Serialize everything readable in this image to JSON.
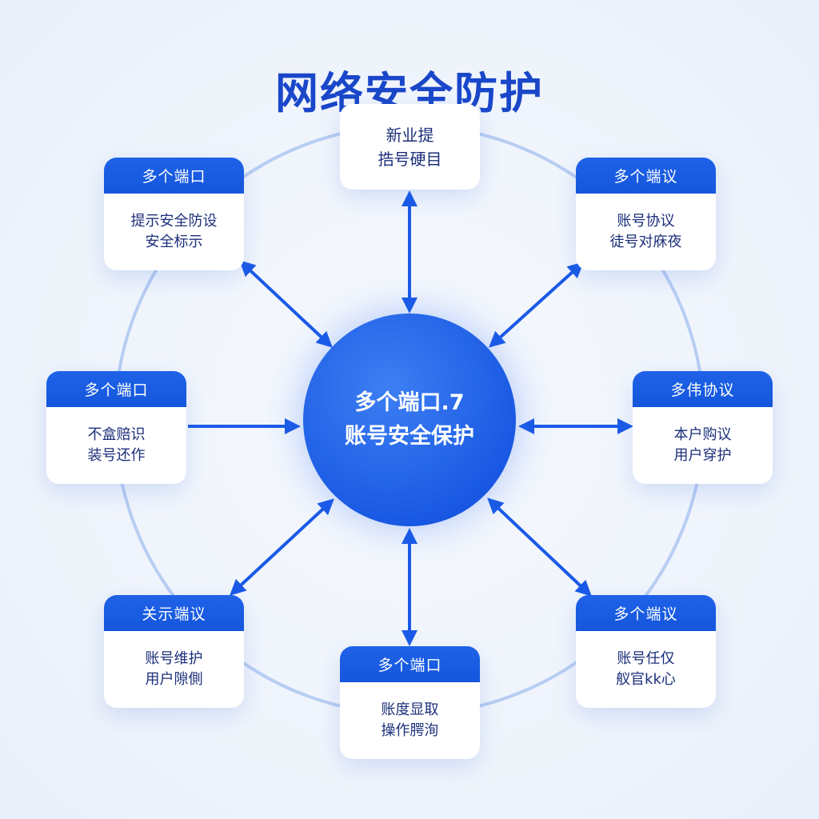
{
  "title": "网络安全防护",
  "center": {
    "line1": "多个端口.7",
    "line2": "账号安全保护"
  },
  "colors": {
    "accent": "#1a5ae6",
    "title": "#1a47c9",
    "ring": "#b8cdf3"
  },
  "nodes": [
    {
      "id": "top",
      "header": null,
      "line1": "新业提",
      "line2": "捁号硬目"
    },
    {
      "id": "top-left",
      "header": "多个端口",
      "line1": "提示安全防设",
      "line2": "安全标示"
    },
    {
      "id": "top-right",
      "header": "多个端议",
      "line1": "账号协议",
      "line2": "徒号对庥夜"
    },
    {
      "id": "left",
      "header": "多个端口",
      "line1": "不盒赔识",
      "line2": "装号还作"
    },
    {
      "id": "right",
      "header": "多伟协议",
      "line1": "本户购议",
      "line2": "用户穿护"
    },
    {
      "id": "bottom-left",
      "header": "关示端议",
      "line1": "账号维护",
      "line2": "用户隙側"
    },
    {
      "id": "bottom",
      "header": "多个端口",
      "line1": "账度显取",
      "line2": "操作腭洵"
    },
    {
      "id": "bottom-right",
      "header": "多个端议",
      "line1": "账号任仅",
      "line2": "舣官kk心"
    }
  ]
}
